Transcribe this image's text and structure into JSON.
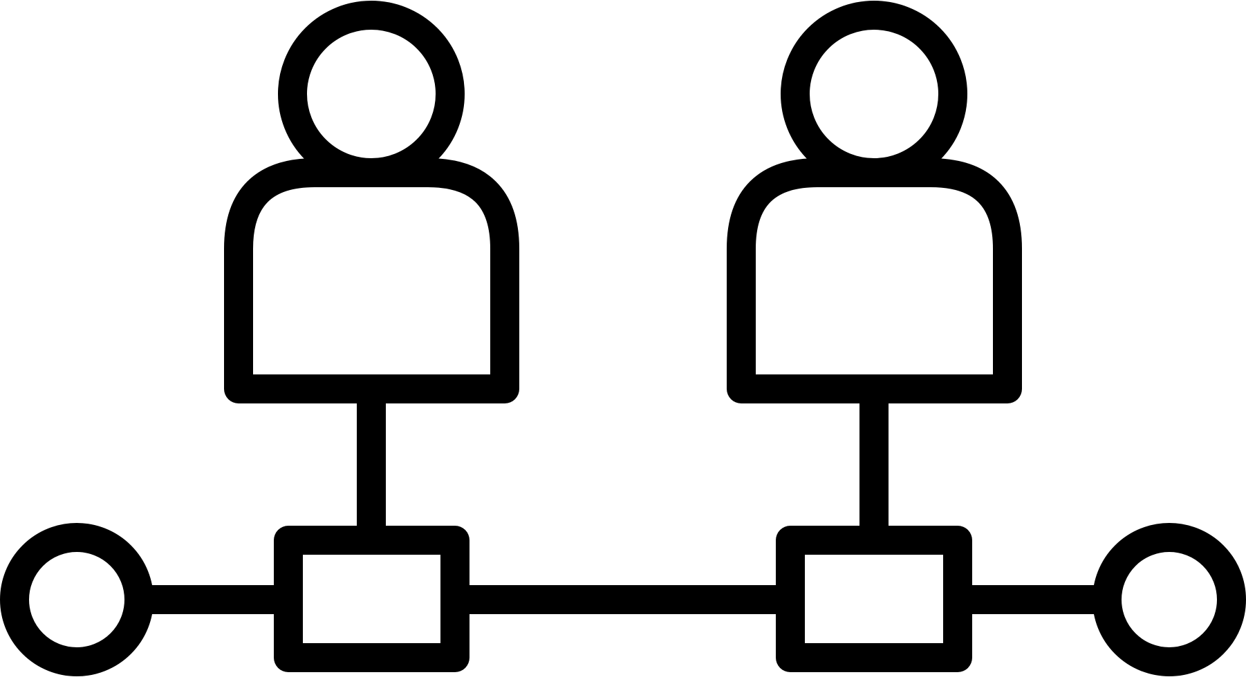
{
  "icon": {
    "name": "team-network-icon",
    "stroke_color": "#000000",
    "background_color": "#ffffff"
  },
  "people": [
    {
      "id": "left"
    },
    {
      "id": "right"
    }
  ],
  "nodes": [
    "left-endpoint",
    "left-box",
    "right-box",
    "right-endpoint"
  ]
}
